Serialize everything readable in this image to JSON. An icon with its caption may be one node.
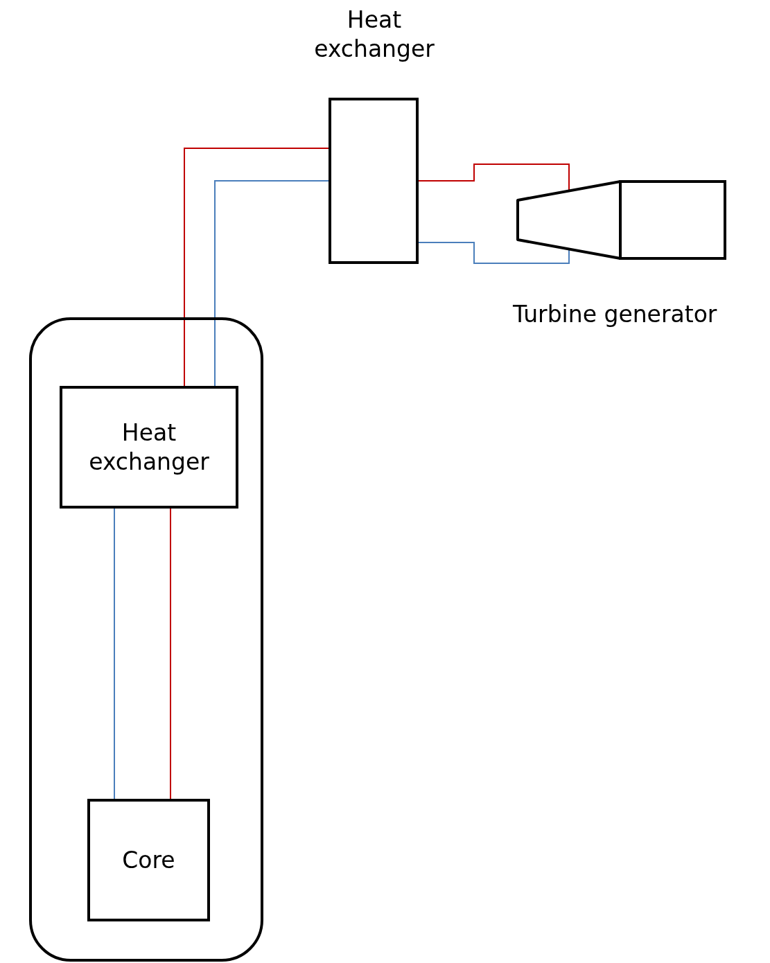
{
  "diagram": {
    "nodes": [
      {
        "text": [],
        "shape": "box"
      },
      {
        "text": [
          "Heat exchanger"
        ],
        "in": 0
      },
      {
        "text": [
          "Core"
        ],
        "in": 0
      },
      {
        "text": [
          "Heat exchanger"
        ]
      },
      {
        "text": [
          "Turbine generator"
        ]
      }
    ],
    "edges": [
      {
        "from": 2,
        "to": 1,
        "arrow": "none",
        "color": "#c00000"
      },
      {
        "from": 1,
        "to": 2,
        "arrow": "none",
        "color": "#4a7ebb"
      },
      {
        "from": 1,
        "to": 3,
        "arrow": "none",
        "color": "#c00000"
      },
      {
        "from": 1,
        "to": 3,
        "arrow": "none",
        "color": "#4a7ebb"
      },
      {
        "from": 3,
        "to": 4,
        "arrow": "none",
        "color": "#c00000"
      },
      {
        "from": 3,
        "to": 4,
        "arrow": "none",
        "color": "#4a7ebb"
      }
    ]
  }
}
